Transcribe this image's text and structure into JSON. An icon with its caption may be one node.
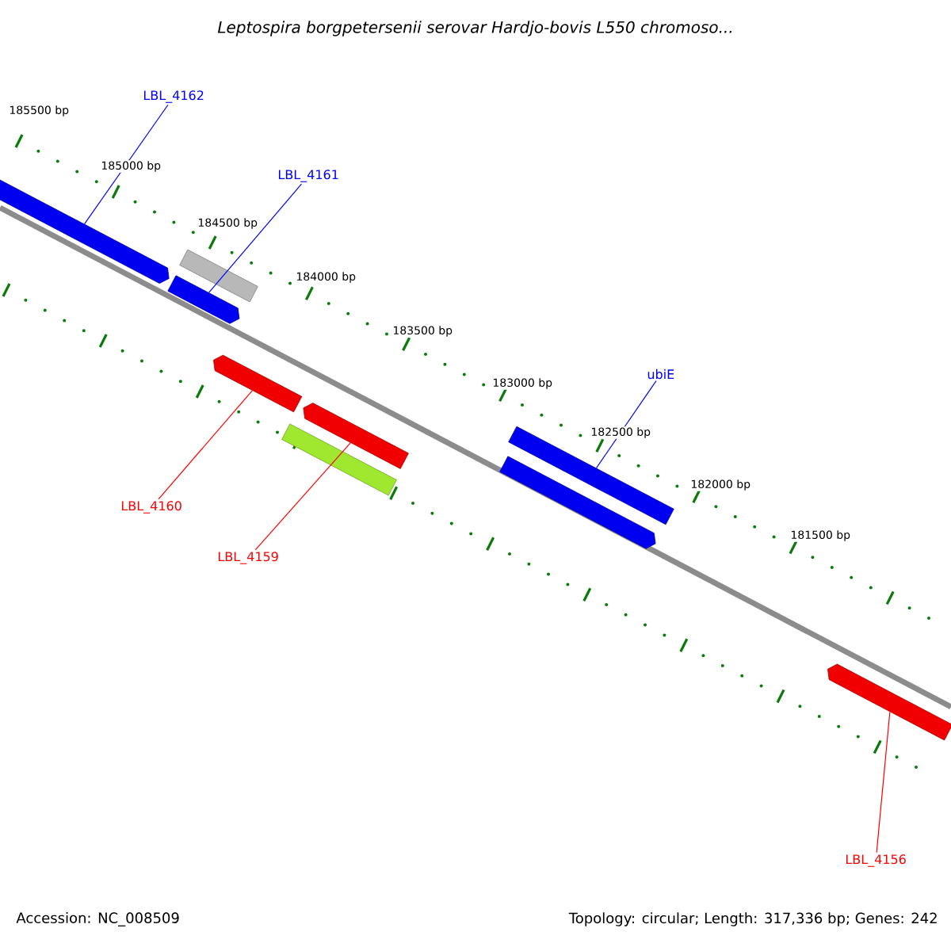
{
  "diagram": {
    "title": "Leptospira borgpetersenii serovar Hardjo-bovis L550 chromoso...",
    "nodes": [
      {
        "text": [
          "LBL_4162"
        ]
      },
      {
        "text": [],
        "shape": "bar"
      },
      {
        "text": [
          "LBL_4161"
        ]
      },
      {
        "text": [],
        "shape": "bar"
      },
      {
        "text": [],
        "shape": "bar"
      },
      {
        "text": [
          "ubiE"
        ]
      },
      {
        "text": [],
        "shape": "bar"
      },
      {
        "text": [],
        "shape": "bar"
      },
      {
        "text": [],
        "shape": "bar"
      },
      {
        "text": [],
        "shape": "bar"
      },
      {
        "text": [],
        "shape": "bar"
      },
      {
        "text": [
          "LBL_4160"
        ]
      },
      {
        "text": [
          "LBL_4159"
        ]
      },
      {
        "text": [],
        "shape": "bar"
      },
      {
        "text": [
          "LBL_4156"
        ]
      }
    ],
    "edges": [
      {
        "from": 0,
        "to": 1,
        "arrow": "none"
      },
      {
        "from": 2,
        "to": 3,
        "arrow": "none"
      },
      {
        "from": 5,
        "to": 6,
        "arrow": "none"
      },
      {
        "from": 11,
        "to": 8,
        "arrow": "none",
        "color": "#ff0000"
      },
      {
        "from": 12,
        "to": 9,
        "arrow": "none",
        "color": "#ff0000"
      },
      {
        "from": 14,
        "to": 13,
        "arrow": "none",
        "color": "#ff0000"
      }
    ],
    "labels": [
      "185500 bp",
      "185000 bp",
      "184500 bp",
      "184000 bp",
      "183500 bp",
      "183000 bp",
      "182500 bp",
      "182000 bp",
      "181500 bp",
      "Accession: NC_008509",
      "Topology: circular; Length: 317,336 bp; Genes: 242"
    ]
  }
}
